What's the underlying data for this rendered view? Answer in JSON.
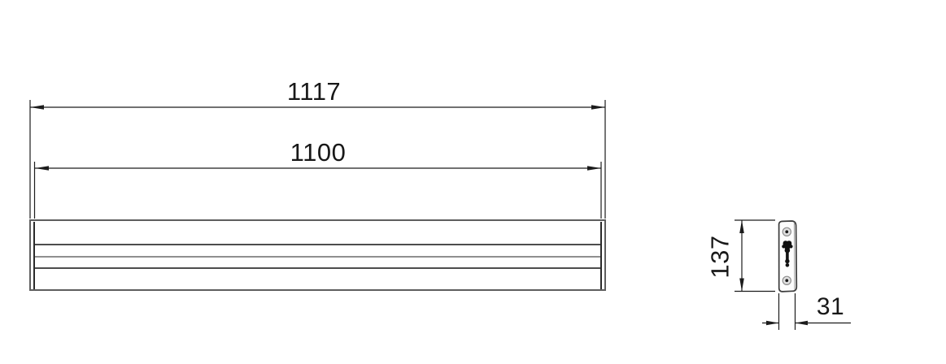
{
  "dimensions": {
    "overall_width": "1117",
    "inner_width": "1100",
    "height": "137",
    "depth": "31"
  },
  "colors": {
    "background": "#ffffff",
    "dimension_lines": "#1c1c1c",
    "dimension_text": "#181818",
    "rail_border": "#5e5e5e",
    "rail_groove_dark": "#4d4d4d",
    "rail_groove_light": "#8f8f8f",
    "profile_outline": "#3c3c3c",
    "screw_hole_ring": "#8f8f8f",
    "keyhole_slot": "#101010"
  }
}
